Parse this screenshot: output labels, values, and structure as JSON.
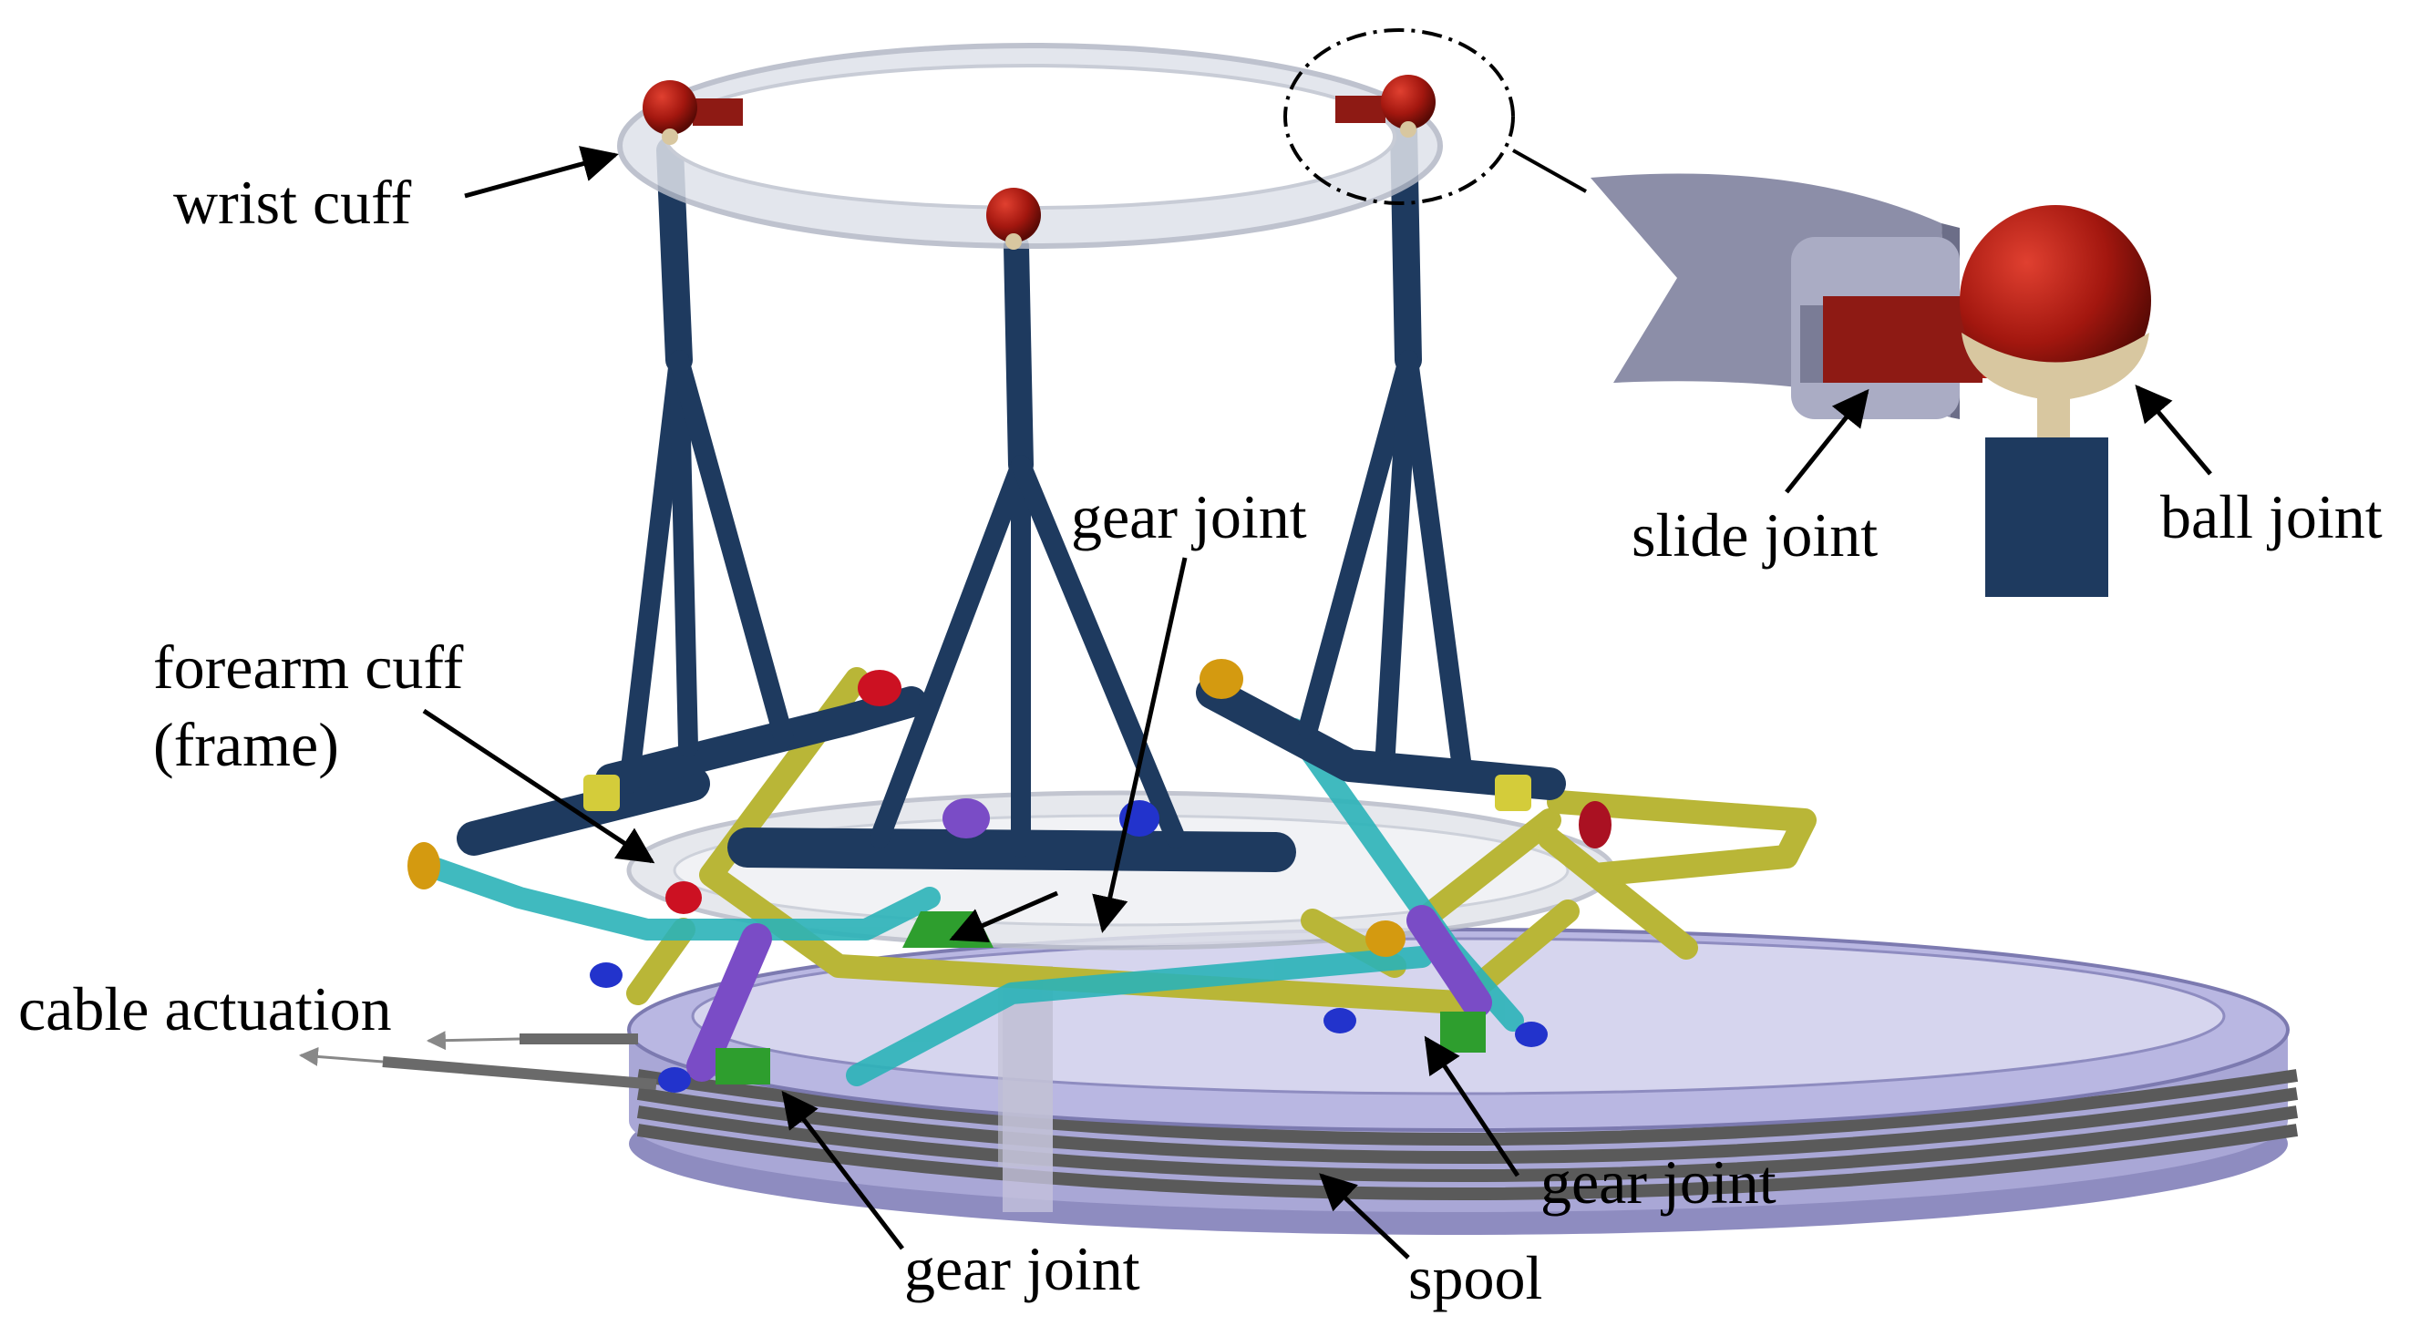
{
  "labels": {
    "wrist_cuff": "wrist cuff",
    "gear_joint_top": "gear joint",
    "forearm_cuff_line1": "forearm cuff",
    "forearm_cuff_line2": "(frame)",
    "cable_actuation": "cable actuation",
    "gear_joint_bottom_left": "gear joint",
    "gear_joint_bottom_right": "gear joint",
    "spool": "spool",
    "slide_joint": "slide joint",
    "ball_joint": "ball joint"
  },
  "colors": {
    "frame": "#1e3a5f",
    "cuff": "#c8ccd6",
    "spool": "#a9a7d6",
    "cable": "#666666",
    "ball": "#a3170f",
    "yellow_link": "#b9b637",
    "cyan_link": "#2bb3b8",
    "purple_link": "#7a4cc6",
    "blue_joint": "#2233cc",
    "gear": "#2e9e2e",
    "orange_joint": "#d49a10"
  }
}
